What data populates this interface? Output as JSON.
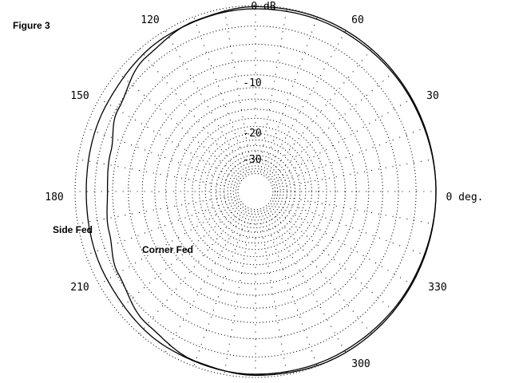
{
  "chart_data": {
    "type": "polar-line",
    "title": "Figure 3",
    "radial_ticks": [
      "0 dB",
      "-10",
      "-20",
      "-30"
    ],
    "radial_tick_db": [
      0,
      -10,
      -20,
      -30
    ],
    "angle_tick_labels": [
      {
        "deg": 0,
        "label": "0 deg."
      },
      {
        "deg": 30,
        "label": "30"
      },
      {
        "deg": 60,
        "label": "60"
      },
      {
        "deg": 120,
        "label": "120"
      },
      {
        "deg": 150,
        "label": "150"
      },
      {
        "deg": 180,
        "label": "180"
      },
      {
        "deg": 210,
        "label": "210"
      },
      {
        "deg": 300,
        "label": "300"
      },
      {
        "deg": 330,
        "label": "330"
      }
    ],
    "rings_db": [
      0,
      -2,
      -4,
      -6,
      -8,
      -10,
      -12,
      -14,
      -16,
      -18,
      -20,
      -22,
      -24,
      -26,
      -28,
      -30,
      -32,
      -34,
      -36,
      -38,
      -40
    ],
    "spoke_step_deg": 10,
    "grid": "dotted",
    "series": [
      {
        "name": "Side Fed",
        "angles_deg": [
          0,
          30,
          60,
          90,
          120,
          150,
          180,
          210,
          240,
          270,
          300,
          330
        ],
        "gain_db": [
          0,
          -0.1,
          -0.2,
          -0.3,
          -0.5,
          -0.9,
          -1.1,
          -0.9,
          -0.5,
          -0.3,
          -0.2,
          -0.1
        ]
      },
      {
        "name": "Corner Fed",
        "angles_deg": [
          0,
          30,
          60,
          90,
          110,
          130,
          150,
          165,
          180,
          195,
          210,
          230,
          250,
          270,
          300,
          330
        ],
        "gain_db": [
          0,
          0,
          0,
          -0.1,
          -0.4,
          -1.0,
          -2.2,
          -3.2,
          -3.4,
          -3.0,
          -2.2,
          -1.2,
          -0.5,
          -0.2,
          0,
          0
        ]
      }
    ]
  }
}
